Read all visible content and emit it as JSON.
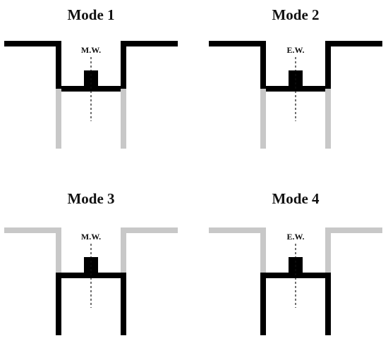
{
  "colors": {
    "active": "#000000",
    "inactive": "#c8c8c8"
  },
  "modes": [
    {
      "title": "Mode 1",
      "marker": "M.W.",
      "upper_state": "active",
      "lower_state": "inactive"
    },
    {
      "title": "Mode 2",
      "marker": "E.W.",
      "upper_state": "active",
      "lower_state": "inactive"
    },
    {
      "title": "Mode 3",
      "marker": "M.W.",
      "upper_state": "inactive",
      "lower_state": "active"
    },
    {
      "title": "Mode 4",
      "marker": "E.W.",
      "upper_state": "inactive",
      "lower_state": "active"
    }
  ]
}
